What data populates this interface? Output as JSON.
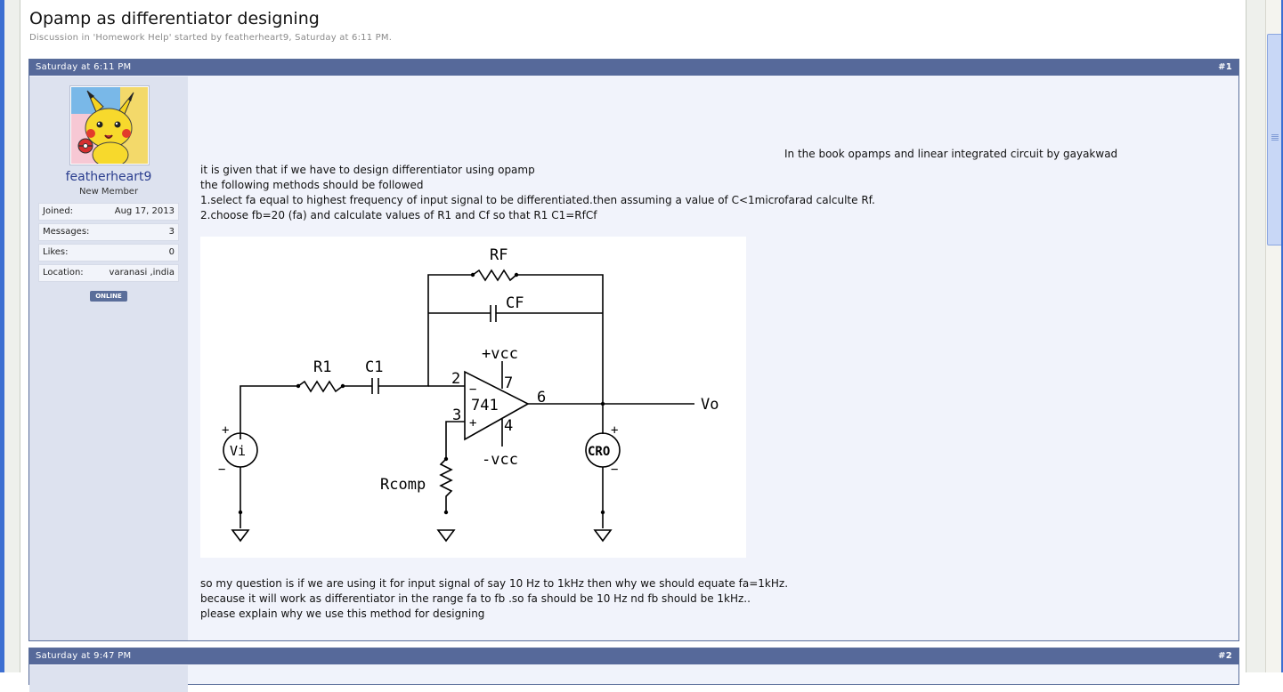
{
  "thread": {
    "title": "Opamp as differentiator designing",
    "meta": "Discussion in 'Homework Help' started by featherheart9, Saturday at 6:11 PM."
  },
  "post1": {
    "date": "Saturday at 6:11 PM",
    "number": "#1",
    "user": {
      "name": "featherheart9",
      "title": "New Member",
      "stats": [
        {
          "label": "Joined:",
          "value": "Aug 17, 2013"
        },
        {
          "label": "Messages:",
          "value": "3"
        },
        {
          "label": "Likes:",
          "value": "0"
        },
        {
          "label": "Location:",
          "value": "varanasi ,india"
        }
      ],
      "status": "ONLINE"
    },
    "body_first": "In the book opamps and linear integrated circuit by gayakwad",
    "body_lines": [
      "it is given that if we have to design differentiator using opamp",
      "the following methods should be followed",
      "1.select fa equal to highest frequency of input signal to be differentiated.then assuming a value of C<1microfarad calculte Rf.",
      "2.choose fb=20 (fa) and calculate values of R1 and Cf so that R1 C1=RfCf"
    ],
    "body_after": [
      "so my question is if we are using it for input signal of say 10 Hz to 1kHz then why we should equate fa=1kHz.",
      "because it will work as differentiator in the range fa to fb .so fa should be 10 Hz nd fb should be 1kHz..",
      "please explain why we use this method for designing"
    ],
    "circuit_labels": {
      "rf": "RF",
      "cf": "CF",
      "r1": "R1",
      "c1": "C1",
      "vcc_pos": "+vcc",
      "vcc_neg": "-vcc",
      "opamp": "741",
      "pin2": "2",
      "pin3": "3",
      "pin4": "4",
      "pin6": "6",
      "pin7": "7",
      "minus": "−",
      "plus": "+",
      "vi": "Vi",
      "cro": "CRO",
      "vo": "Vo",
      "rcomp": "Rcomp"
    }
  },
  "post2": {
    "date": "Saturday at 9:47 PM",
    "number": "#2"
  }
}
